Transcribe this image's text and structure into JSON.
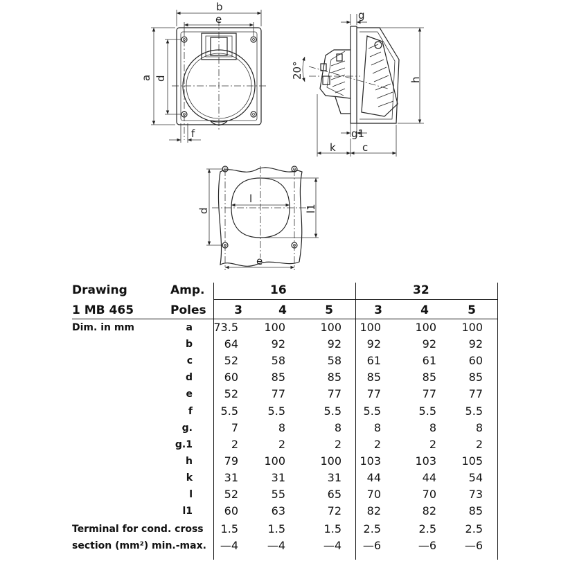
{
  "drawing_labels": {
    "front_b": "b",
    "front_e": "e",
    "front_a": "a",
    "front_d": "d",
    "front_f": "f",
    "side_g": "g",
    "side_angle": "20°",
    "side_h": "h",
    "side_g1": "g1",
    "side_k": "k",
    "side_c": "c",
    "cut_d": "d",
    "cut_l": "l",
    "cut_l1": "l1",
    "cut_e": "e"
  },
  "table": {
    "title_1": "Drawing",
    "title_2": "1 MB 465",
    "amp_label": "Amp.",
    "poles_label": "Poles",
    "dim_label": "Dim. in mm",
    "amp_groups": [
      "16",
      "32"
    ],
    "poles": [
      "3",
      "4",
      "5",
      "3",
      "4",
      "5"
    ],
    "rows": [
      {
        "dim": "a",
        "values": [
          "73.5",
          "100",
          "100",
          "100",
          "100",
          "100"
        ]
      },
      {
        "dim": "b",
        "values": [
          "64",
          "92",
          "92",
          "92",
          "92",
          "92"
        ]
      },
      {
        "dim": "c",
        "values": [
          "52",
          "58",
          "58",
          "61",
          "61",
          "60"
        ]
      },
      {
        "dim": "d",
        "values": [
          "60",
          "85",
          "85",
          "85",
          "85",
          "85"
        ]
      },
      {
        "dim": "e",
        "values": [
          "52",
          "77",
          "77",
          "77",
          "77",
          "77"
        ]
      },
      {
        "dim": "f",
        "values": [
          "5.5",
          "5.5",
          "5.5",
          "5.5",
          "5.5",
          "5.5"
        ]
      },
      {
        "dim": "g.",
        "values": [
          "7",
          "8",
          "8",
          "8",
          "8",
          "8"
        ]
      },
      {
        "dim": "g.1",
        "values": [
          "2",
          "2",
          "2",
          "2",
          "2",
          "2"
        ]
      },
      {
        "dim": "h",
        "values": [
          "79",
          "100",
          "100",
          "103",
          "103",
          "105"
        ]
      },
      {
        "dim": "k",
        "values": [
          "31",
          "31",
          "31",
          "44",
          "44",
          "54"
        ]
      },
      {
        "dim": "l",
        "values": [
          "52",
          "55",
          "65",
          "70",
          "70",
          "73"
        ]
      },
      {
        "dim": "l1",
        "values": [
          "60",
          "63",
          "72",
          "82",
          "82",
          "85"
        ]
      }
    ],
    "terminal_label_1": "Terminal for cond. cross",
    "terminal_label_2": "section (mm²) min.-max.",
    "terminal_min": [
      "1.5",
      "1.5",
      "1.5",
      "2.5",
      "2.5",
      "2.5"
    ],
    "terminal_max": [
      "—4",
      "—4",
      "—4",
      "—6",
      "—6",
      "—6"
    ]
  }
}
